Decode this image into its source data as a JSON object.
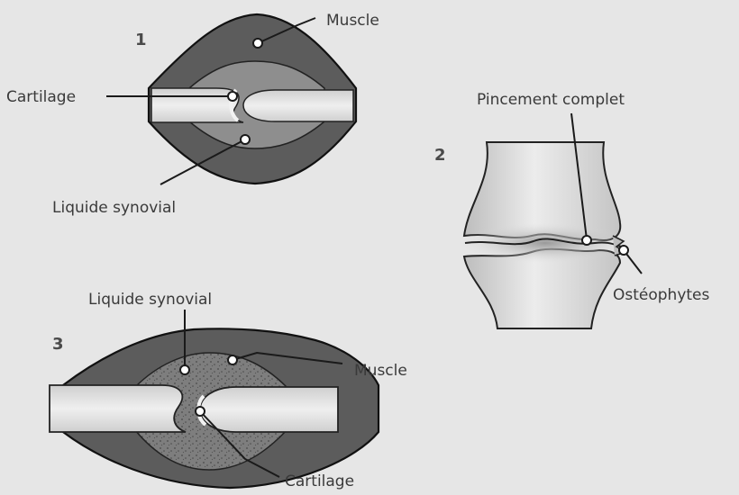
{
  "panel1": {
    "number": "1",
    "labels": {
      "muscle": "Muscle",
      "cartilage": "Cartilage",
      "synovial": "Liquide synovial"
    }
  },
  "panel2": {
    "number": "2",
    "labels": {
      "pinching": "Pincement complet",
      "osteophytes": "Ostéophytes"
    }
  },
  "panel3": {
    "number": "3",
    "labels": {
      "synovial": "Liquide synovial",
      "muscle": "Muscle",
      "cartilage": "Cartilage"
    }
  },
  "colors": {
    "background": "#e6e6e6",
    "muscle": "#5c5c5c",
    "bone": "#d6d6d6",
    "synovial_fluid": "#8e8e8e",
    "text": "#3a3a3a"
  }
}
